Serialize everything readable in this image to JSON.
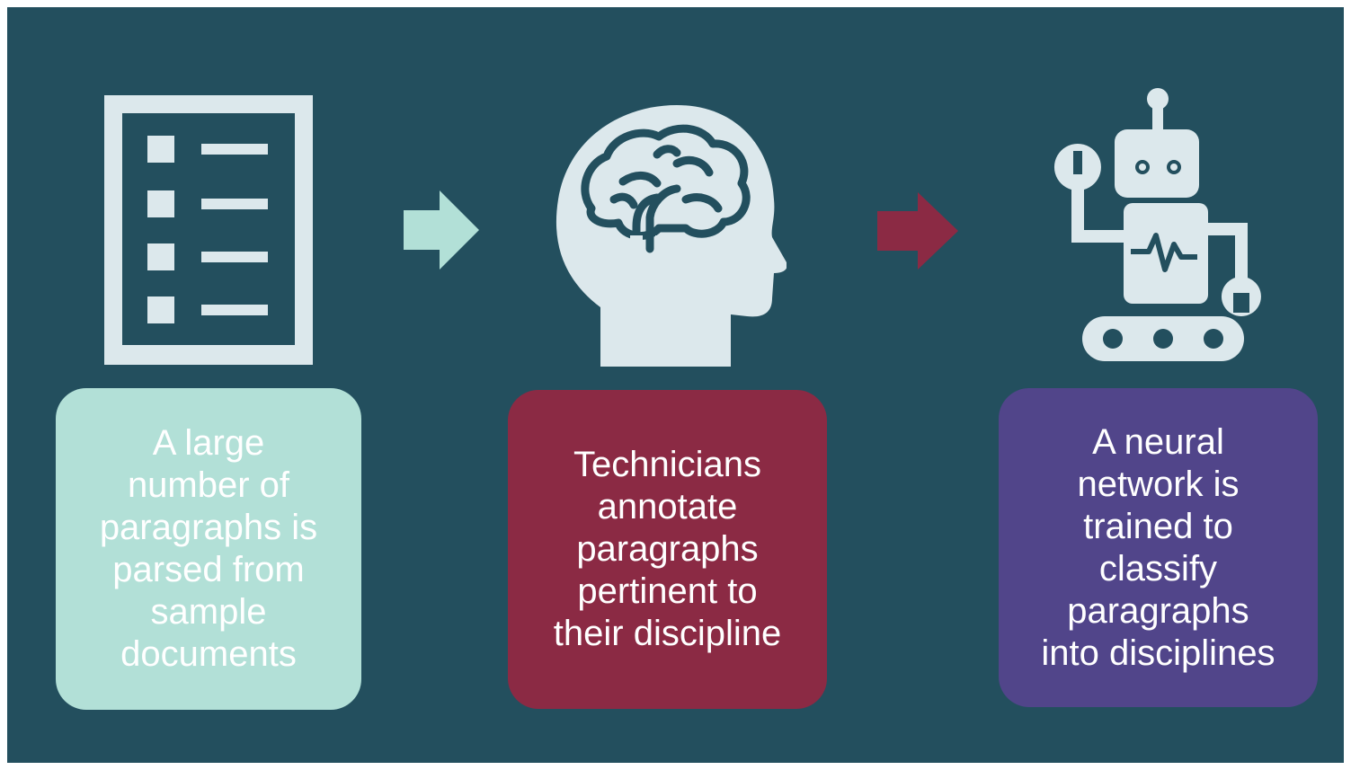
{
  "colors": {
    "background": "#234f5e",
    "icon": "#dce8ec",
    "step1": "#b2e0d7",
    "step2": "#8b2a44",
    "step3": "#51458a",
    "arrow1": "#b2e0d7",
    "arrow2": "#8b2a44",
    "text": "#ffffff"
  },
  "steps": [
    {
      "icon": "document-list-icon",
      "text": "A large\nnumber of\nparagraphs is\nparsed from\nsample\ndocuments"
    },
    {
      "icon": "brain-head-icon",
      "text": "Technicians\nannotate\nparagraphs\npertinent to\ntheir discipline"
    },
    {
      "icon": "robot-icon",
      "text": "A neural\nnetwork is\ntrained to\nclassify\nparagraphs\ninto disciplines"
    }
  ],
  "arrows": [
    "right-arrow-icon",
    "right-arrow-icon"
  ]
}
